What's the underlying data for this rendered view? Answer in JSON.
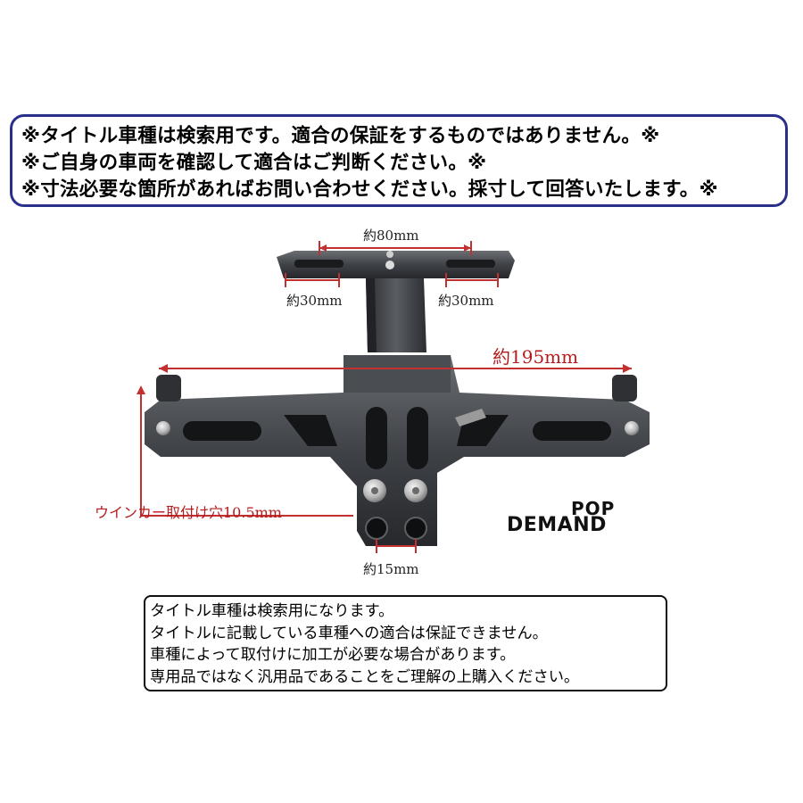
{
  "notice_top": {
    "lines": [
      "※タイトル車種は検索用です。適合の保証をするものではありません。※",
      "※ご自身の車両を確認して適合はご判断ください。※",
      "※寸法必要な箇所があればお問い合わせください。採寸して回答いたします。※"
    ]
  },
  "dimensions": {
    "top_width": "約80mm",
    "left_slot": "約30mm",
    "right_slot": "約30mm",
    "total_width": "約195mm",
    "turn_signal_hole": "ウインカー取付け穴10.5mm",
    "hole_spacing": "約15mm"
  },
  "logo": {
    "top": "POP",
    "bottom": "DEMAND"
  },
  "notice_bottom": {
    "lines": [
      "タイトル車種は検索用になります。",
      "タイトルに記載している車種への適合は保証できません。",
      "車種によって取付けに加工が必要な場合があります。",
      "専用品ではなく汎用品であることをご理解の上購入ください。"
    ]
  },
  "colors": {
    "notice_border": "#2a2f8a",
    "dimension_line": "#c23030",
    "product_metal": "#3a3d42"
  }
}
